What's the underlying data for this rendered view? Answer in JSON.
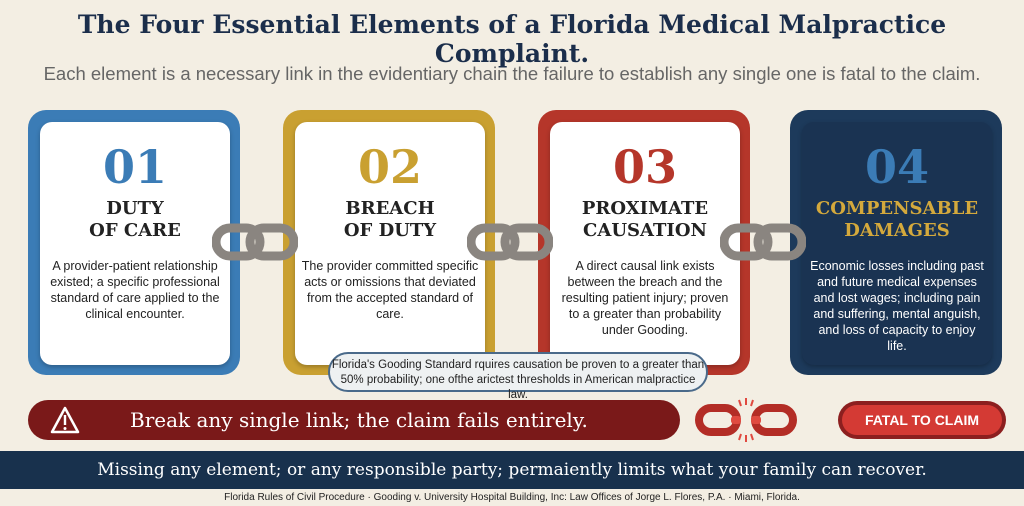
{
  "title": "The Four Essential Elements of a Florida Medical Malpractice Complaint.",
  "subtitle": "Each element is a necessary link in the evidentiary chain the failure to establish any single one is fatal to the claim.",
  "elements": [
    {
      "number": "01",
      "heading": "DUTY\nOF CARE",
      "description": "A provider-patient relationship existed; a specific professional standard of care applied to the clinical encounter.",
      "color": "#3b7cb6"
    },
    {
      "number": "02",
      "heading": "BREACH\nOF DUTY",
      "description": "The provider committed specific acts or omissions that deviated from the accepted standard of care.",
      "color": "#c9a031"
    },
    {
      "number": "03",
      "heading": "PROXIMATE\nCAUSATION",
      "description": "A direct causal link exists between the breach and the resulting patient injury; proven to a greater than probability under Gooding.",
      "color": "#b5362a"
    },
    {
      "number": "04",
      "heading": "COMPENSABLE\nDAMAGES",
      "description": "Economic losses including past and future medical expenses and lost wages; including pain and suffering, mental anguish, and loss of capacity to enjoy life.",
      "color": "#1d3a5b"
    }
  ],
  "callout": "Florida's Gooding Standard rquires causation be proven to a greater than 50% probability; one ofthe arictest thresholds in American malpractice law.",
  "banner": "Break any single link; the claim fails entirely.",
  "fatal_label": "FATAL TO CLAIM",
  "bottom_bar": "Missing any element; or any responsible party; permaiently limits what your family can recover.",
  "footer": "Florida Rules of Civil Procedure · Gooding v. University Hospital Building, Inc: Law Offices of Jorge L. Flores, P.A. · Miami, Florida."
}
